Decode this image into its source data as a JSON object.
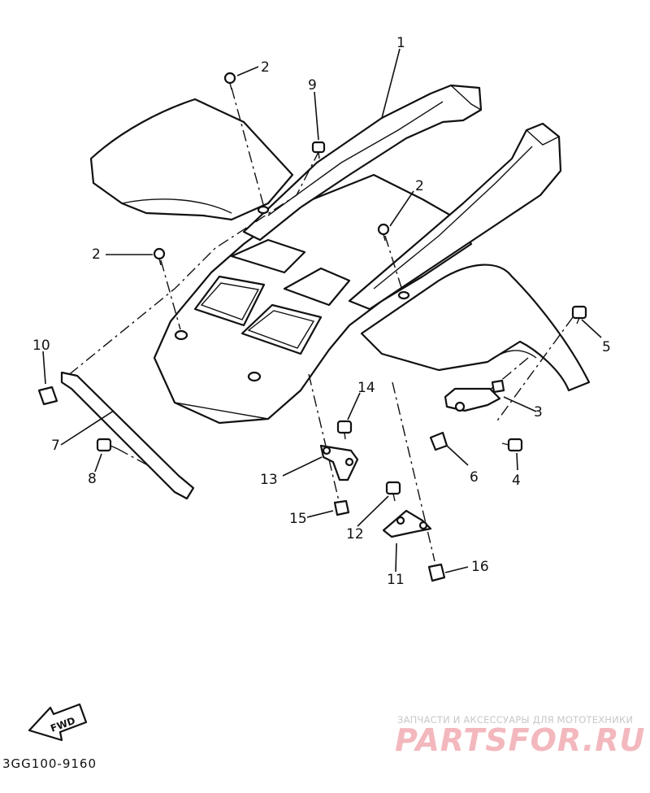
{
  "labels": {
    "p1": "1",
    "p2a": "2",
    "p2b": "2",
    "p2c": "2",
    "p3": "3",
    "p4": "4",
    "p5": "5",
    "p6": "6",
    "p7": "7",
    "p8": "8",
    "p9": "9",
    "p10": "10",
    "p11": "11",
    "p12": "12",
    "p13": "13",
    "p14": "14",
    "p15": "15",
    "p16": "16"
  },
  "fwd_label": "FWD",
  "diagram_code": "3GG100-9160",
  "watermark": {
    "caption": "ЗАПЧАСТИ И АКСЕССУАРЫ ДЛЯ МОТОТЕХНИКИ",
    "brand": "PARTSFOR.RU"
  }
}
